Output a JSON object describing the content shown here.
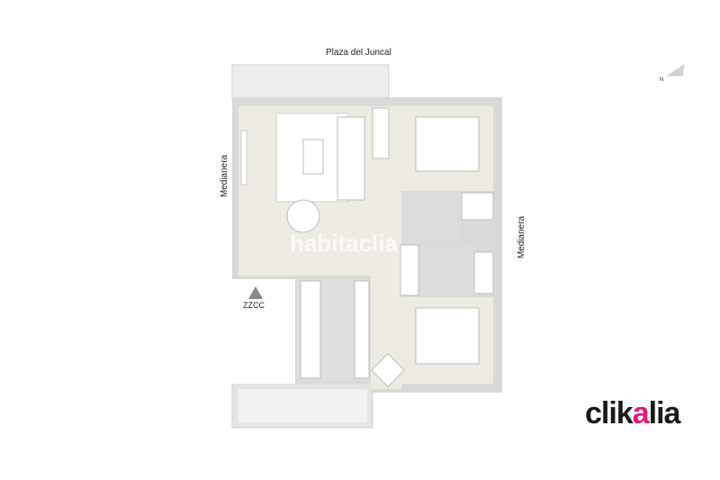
{
  "plan": {
    "street_label": "Plaza del Juncal",
    "left_wall_label": "Medianera",
    "right_wall_label": "Medianera",
    "common_area_label": "ZZCC",
    "compass_label": "N",
    "watermark": "habitaclia"
  },
  "brand": {
    "logo_prefix": "clik",
    "logo_accent": "a",
    "logo_suffix": "lia",
    "accent_color": "#e6167e"
  },
  "colors": {
    "floor": "#eeebe2",
    "wall": "#d9d9d9",
    "tile": "#dcdcdc"
  }
}
